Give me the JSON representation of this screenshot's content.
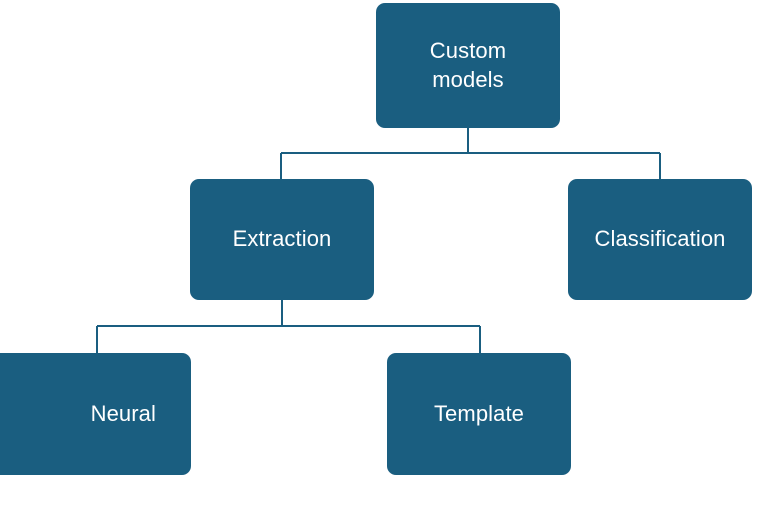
{
  "diagram": {
    "type": "hierarchy-tree",
    "background_color": "#ffffff",
    "node_fill_color": "#1a5e80",
    "node_text_color": "#ffffff",
    "connector_color": "#1a5e80",
    "nodes": [
      {
        "id": "custom-models",
        "label": "Custom\nmodels",
        "level": 0
      },
      {
        "id": "extraction",
        "label": "Extraction",
        "level": 1
      },
      {
        "id": "classification",
        "label": "Classification",
        "level": 1
      },
      {
        "id": "neural",
        "label": "Neural",
        "level": 2
      },
      {
        "id": "template",
        "label": "Template",
        "level": 2
      }
    ],
    "edges": [
      {
        "from": "custom-models",
        "to": "extraction"
      },
      {
        "from": "custom-models",
        "to": "classification"
      },
      {
        "from": "extraction",
        "to": "neural"
      },
      {
        "from": "extraction",
        "to": "template"
      }
    ]
  }
}
